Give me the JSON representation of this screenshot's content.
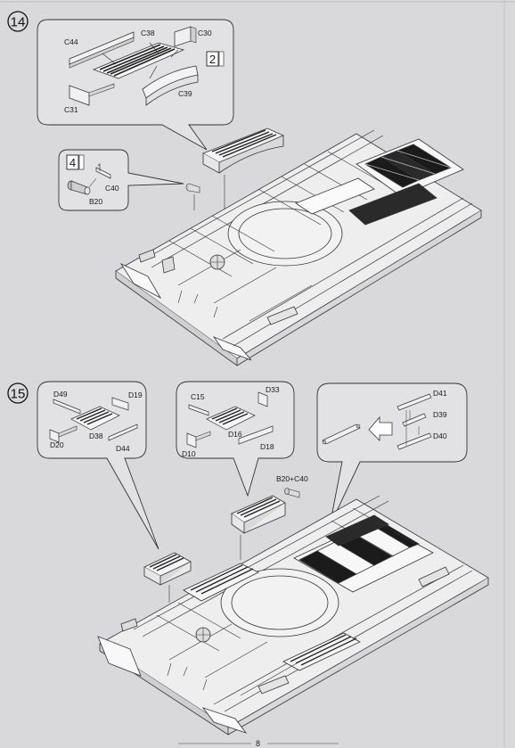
{
  "step14": {
    "number": "14",
    "callout_main": {
      "labels": {
        "c44": "C44",
        "c38": "C38",
        "c30": "C30",
        "c31": "C31",
        "c39": "C39"
      },
      "quantity": "2"
    },
    "callout_small": {
      "labels": {
        "c40": "C40",
        "b20": "B20"
      },
      "quantity": "4"
    }
  },
  "step15": {
    "number": "15",
    "callout_left": {
      "labels": {
        "d49": "D49",
        "d19": "D19",
        "d20": "D20",
        "d38": "D38",
        "d44": "D44"
      }
    },
    "callout_mid": {
      "labels": {
        "c15": "C15",
        "d33": "D33",
        "d16": "D16",
        "d10": "D10",
        "d18": "D18"
      }
    },
    "callout_right": {
      "labels": {
        "d41": "D41",
        "d39": "D39",
        "d40": "D40"
      }
    },
    "assembly_label": "B20+C40"
  },
  "page_number": "8"
}
